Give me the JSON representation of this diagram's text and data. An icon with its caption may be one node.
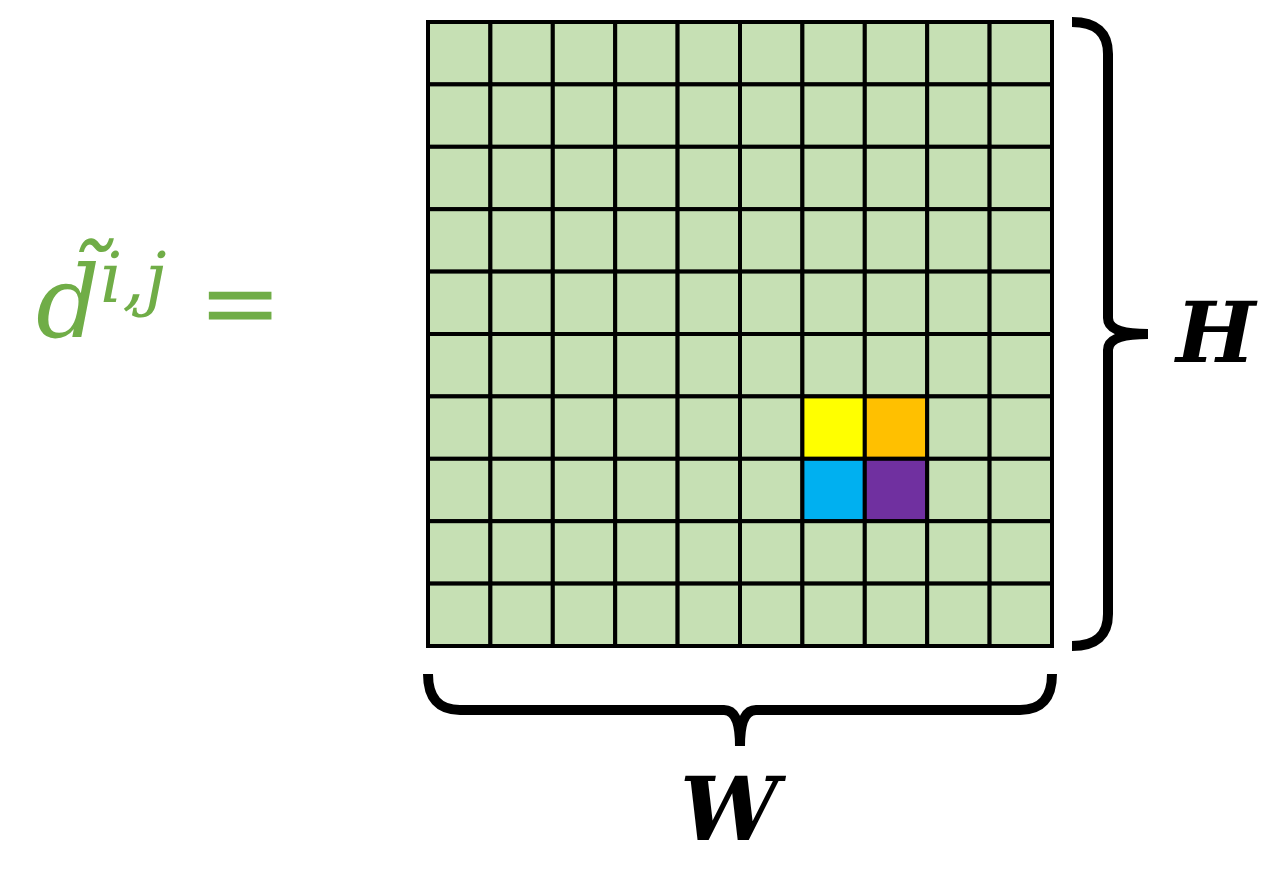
{
  "diagram": {
    "labels": [
      "*d̃*$^{i,j}$ =",
      "H",
      "W"
    ]
  }
}
